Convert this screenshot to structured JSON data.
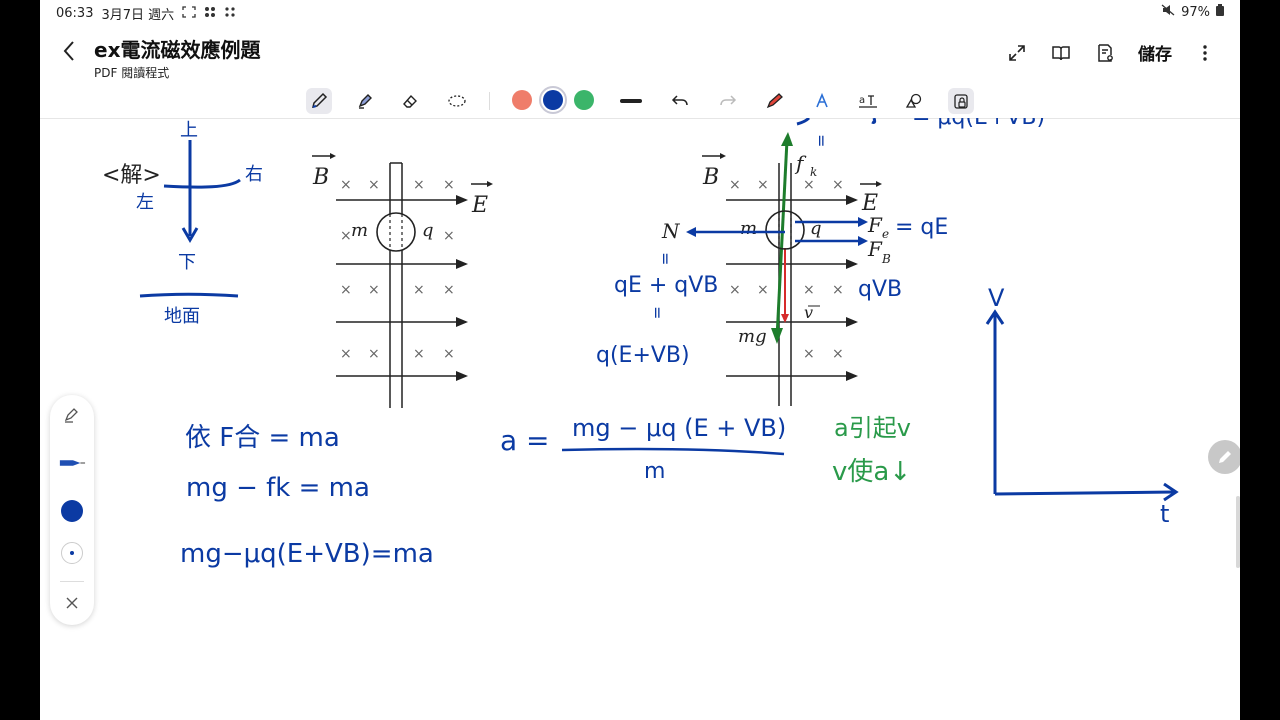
{
  "statusbar": {
    "time": "06:33",
    "date": "3月7日 週六",
    "battery": "97%"
  },
  "header": {
    "title": "ex電流磁效應例題",
    "subtitle": "PDF 閱讀程式",
    "save_label": "儲存"
  },
  "icons": {
    "back": "chevron-left-icon",
    "expand": "expand-icon",
    "book": "book-icon",
    "settings": "document-settings-icon",
    "more": "more-vertical-icon"
  },
  "toolbar": {
    "tools": [
      "pen",
      "highlighter",
      "eraser",
      "lasso"
    ],
    "colors": [
      "#ef7d6a",
      "#0b3aa3",
      "#3bb56a"
    ],
    "active_color": "#0b3aa3"
  },
  "page": {
    "left_fig": {
      "sol": "<解>",
      "up": "上",
      "down": "下",
      "left": "左",
      "right": "右",
      "ground": "地面",
      "B": "B",
      "E": "E",
      "m": "m",
      "q": "q"
    },
    "right_fig": {
      "B": "B",
      "E": "E",
      "m": "m",
      "q": "q",
      "N": "N",
      "fk": "f",
      "fk_sub": "k",
      "Fe": "F",
      "Fe_sub": "e",
      "FB": "F",
      "FB_sub": "B",
      "v": "v",
      "mg": "mg"
    },
    "notes": {
      "top_eq": "= μq(E+VB)",
      "eq1": "依 F合 = ma",
      "eq2": "mg − fk = ma",
      "eq3": "mg−μq(E+VB)=ma",
      "a_lhs": "a =",
      "a_num": "mg − μq (E + VB)",
      "a_den": "m",
      "green1": "a引起v",
      "green2": "v使a↓",
      "n_eq1": "qE + qVB",
      "n_eq2": "q(E+VB)",
      "n_mark": "=",
      "fe_eq": "= qE",
      "fb_eq": "qVB",
      "axis_v": "V",
      "axis_t": "t"
    }
  }
}
